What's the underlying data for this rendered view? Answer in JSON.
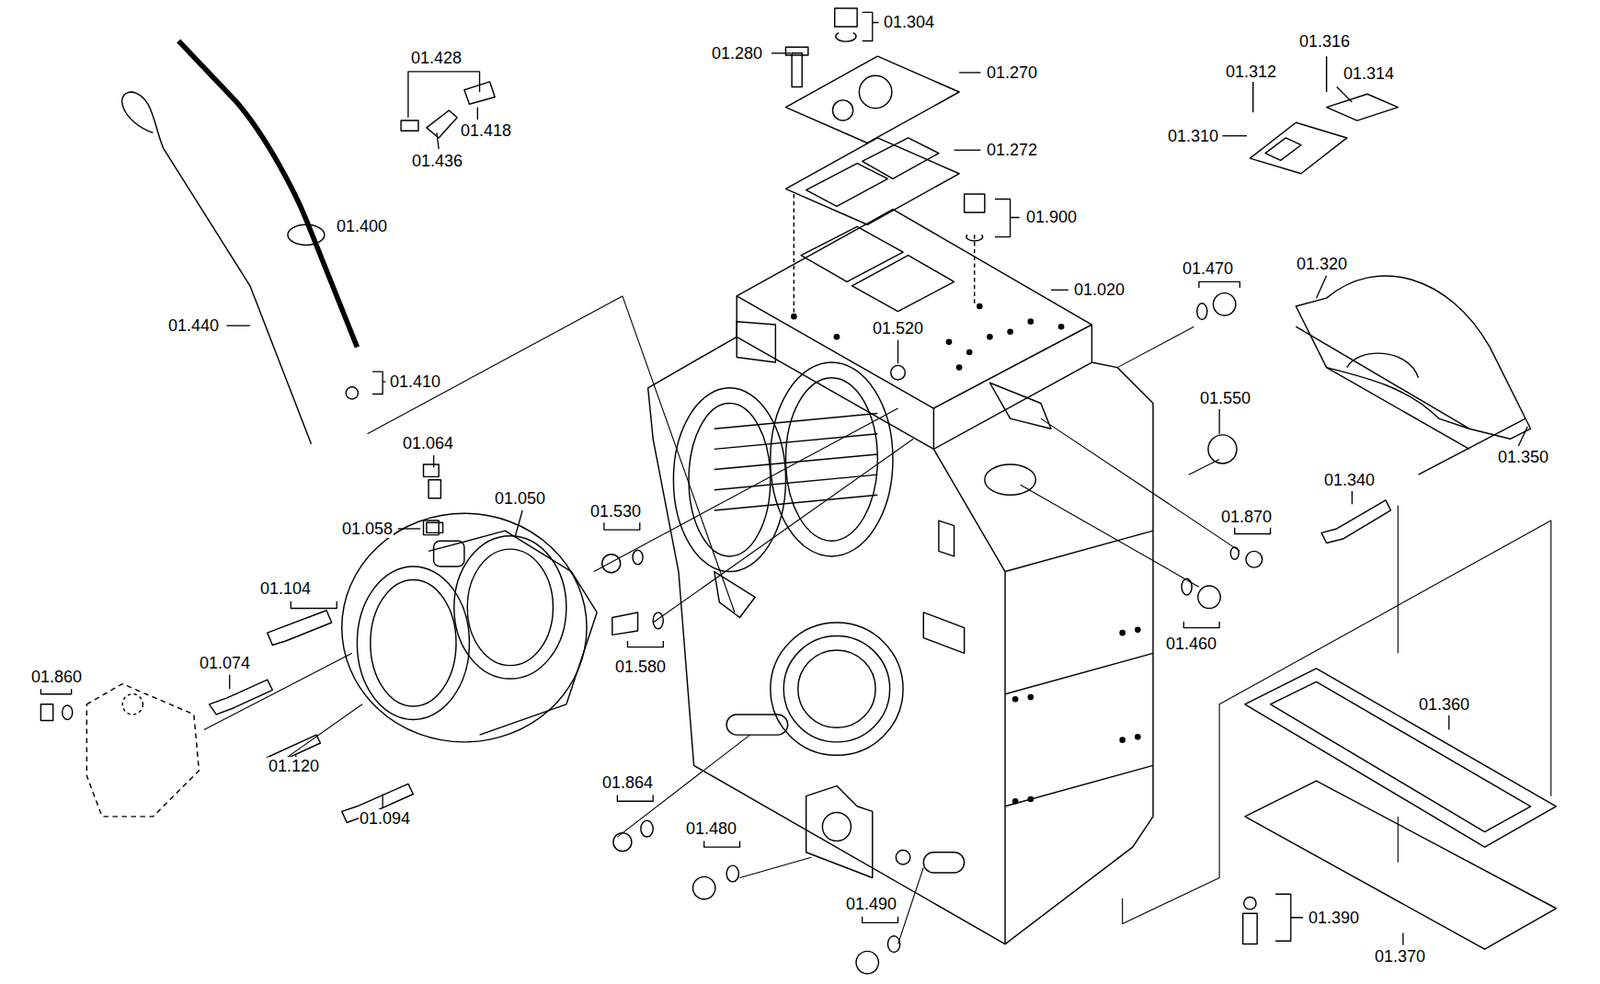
{
  "diagram": {
    "labels": [
      "01.304",
      "01.280",
      "01.270",
      "01.272",
      "01.428",
      "01.418",
      "01.436",
      "01.312",
      "01.316",
      "01.314",
      "01.310",
      "01.400",
      "01.900",
      "01.020",
      "01.440",
      "01.520",
      "01.470",
      "01.320",
      "01.410",
      "01.550",
      "01.350",
      "01.064",
      "01.050",
      "01.530",
      "01.870",
      "01.340",
      "01.058",
      "01.104",
      "01.074",
      "01.580",
      "01.460",
      "01.860",
      "01.360",
      "01.120",
      "01.094",
      "01.864",
      "01.480",
      "01.490",
      "01.390",
      "01.370"
    ]
  }
}
